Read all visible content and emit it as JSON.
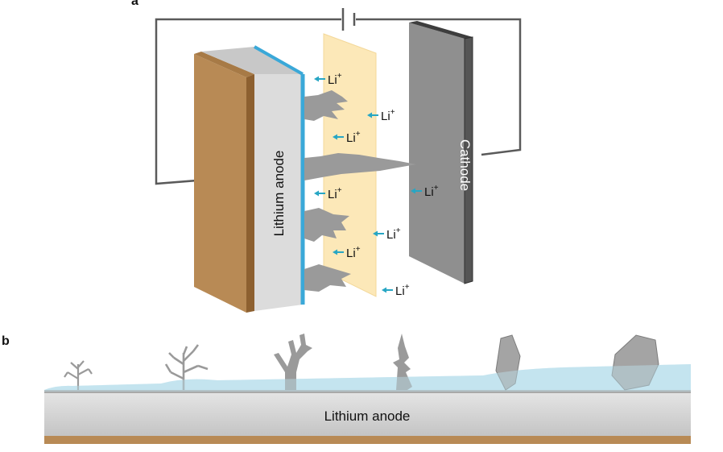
{
  "panels": {
    "a": {
      "label": "a",
      "anode_label": "Lithium anode",
      "cathode_label": "Cathode",
      "ion_base": "Li",
      "ion_charge": "+"
    },
    "b": {
      "label": "b",
      "anode_label": "Lithium anode"
    }
  },
  "colors": {
    "copper": "#b88a55",
    "copper_dark": "#8d6030",
    "anode": "#dcdcdc",
    "anode_top": "#c8c8c8",
    "separator": "#fce8b8",
    "blue_edge": "#3aa8d8",
    "cathode": "#8f8f8f",
    "cathode_dark": "#4a4a4a",
    "dendrite": "#9a9a9a",
    "arrow": "#27a6c4",
    "electrolyte": "#bfe2ee",
    "wire": "#5a5a5a"
  }
}
